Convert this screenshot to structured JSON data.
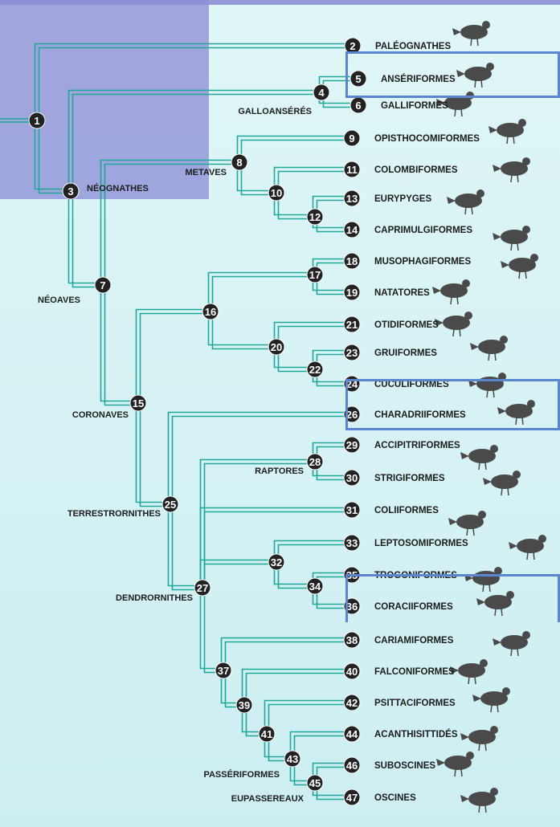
{
  "tree": {
    "nodes": [
      {
        "id": "1",
        "label": "1"
      },
      {
        "id": "2",
        "label": "2"
      },
      {
        "id": "3",
        "label": "3"
      },
      {
        "id": "4",
        "label": "4"
      },
      {
        "id": "5",
        "label": "5"
      },
      {
        "id": "6",
        "label": "6"
      },
      {
        "id": "7",
        "label": "7"
      },
      {
        "id": "8",
        "label": "8"
      },
      {
        "id": "9",
        "label": "9"
      },
      {
        "id": "10",
        "label": "10"
      },
      {
        "id": "11",
        "label": "11"
      },
      {
        "id": "12",
        "label": "12"
      },
      {
        "id": "13",
        "label": "13"
      },
      {
        "id": "14",
        "label": "14"
      },
      {
        "id": "15",
        "label": "15"
      },
      {
        "id": "16",
        "label": "16"
      },
      {
        "id": "17",
        "label": "17"
      },
      {
        "id": "18",
        "label": "18"
      },
      {
        "id": "19",
        "label": "19"
      },
      {
        "id": "20",
        "label": "20"
      },
      {
        "id": "21",
        "label": "21"
      },
      {
        "id": "22",
        "label": "22"
      },
      {
        "id": "23",
        "label": "23"
      },
      {
        "id": "24",
        "label": "24"
      },
      {
        "id": "25",
        "label": "25"
      },
      {
        "id": "26",
        "label": "26"
      },
      {
        "id": "27",
        "label": "27"
      },
      {
        "id": "28",
        "label": "28"
      },
      {
        "id": "29",
        "label": "29"
      },
      {
        "id": "30",
        "label": "30"
      },
      {
        "id": "31",
        "label": "31"
      },
      {
        "id": "32",
        "label": "32"
      },
      {
        "id": "33",
        "label": "33"
      },
      {
        "id": "34",
        "label": "34"
      },
      {
        "id": "35",
        "label": "35"
      },
      {
        "id": "36",
        "label": "36"
      },
      {
        "id": "37",
        "label": "37"
      },
      {
        "id": "38",
        "label": "38"
      },
      {
        "id": "39",
        "label": "39"
      },
      {
        "id": "40",
        "label": "40"
      },
      {
        "id": "41",
        "label": "41"
      },
      {
        "id": "42",
        "label": "42"
      },
      {
        "id": "43",
        "label": "43"
      },
      {
        "id": "44",
        "label": "44"
      },
      {
        "id": "45",
        "label": "45"
      },
      {
        "id": "46",
        "label": "46"
      },
      {
        "id": "47",
        "label": "47"
      }
    ],
    "taxa": {
      "2": "PALÉOGNATHES",
      "5": "ANSÉRIFORMES",
      "6": "GALLIFORMES",
      "9": "OPISTHOCOMIFORMES",
      "11": "COLOMBIFORMES",
      "13": "EURYPYGES",
      "14": "CAPRIMULGIFORMES",
      "18": "MUSOPHAGIFORMES",
      "19": "NATATORES",
      "21": "OTIDIFORMES",
      "23": "GRUIFORMES",
      "24": "CUCULIFORMES",
      "26": "CHARADRIIFORMES",
      "29": "ACCIPITRIFORMES",
      "30": "STRIGIFORMES",
      "31": "COLIIFORMES",
      "33": "LEPTOSOMIFORMES",
      "35": "TROGONIFORMES",
      "36": "CORACIIFORMES",
      "38": "CARIAMIFORMES",
      "40": "FALCONIFORMES",
      "42": "PSITTACIFORMES",
      "44": "ACANTHISITTIDÉS",
      "46": "SUBOSCINES",
      "47": "OSCINES"
    },
    "groups": {
      "3": "NÉOGNATHES",
      "4": "GALLOANSÉRÉS",
      "7": "NÉOAVES",
      "8": "METAVES",
      "15": "CORONAVES",
      "25": "TERRESTRORNITHES",
      "27": "DENDRORNITHES",
      "28": "RAPTORES",
      "43": "PASSÉRIFORMES",
      "45": "EUPASSEREAUX"
    },
    "branch_color": "#1fa79a",
    "highlight_color": "#5b86cf",
    "overlay_color": "#8e8fd6"
  }
}
